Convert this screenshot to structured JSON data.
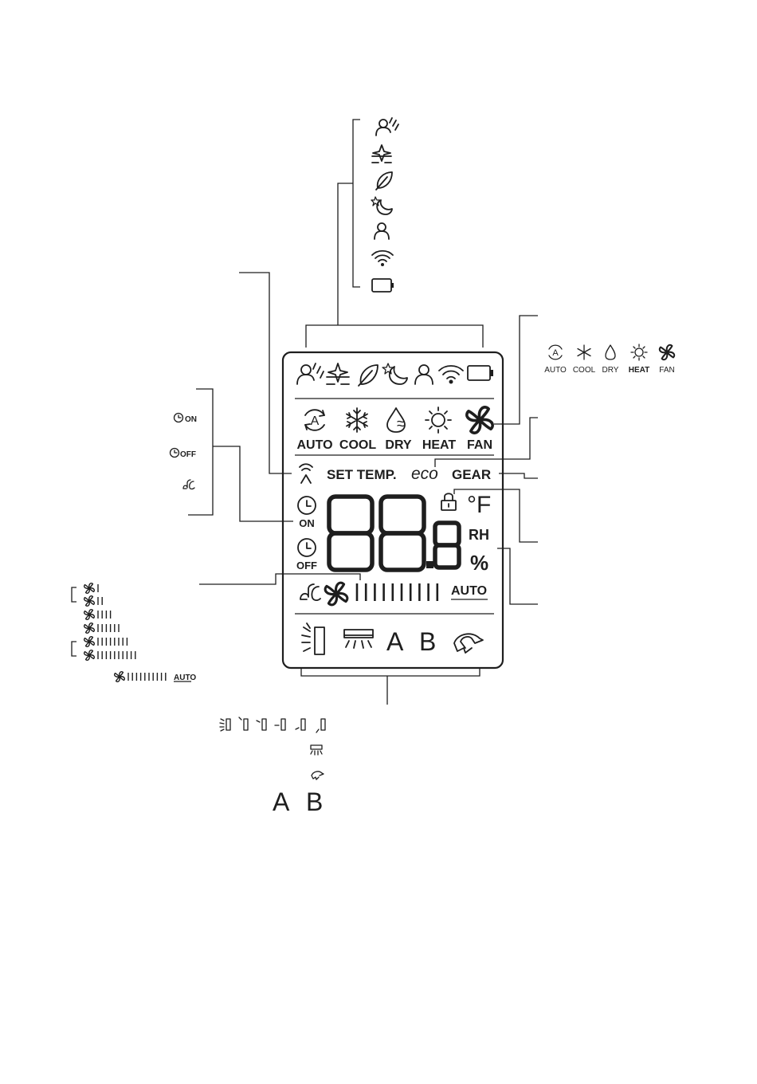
{
  "display": {
    "modes": [
      "AUTO",
      "COOL",
      "DRY",
      "HEAT",
      "FAN"
    ],
    "set_temp": "SET TEMP.",
    "eco": "eco",
    "gear": "GEAR",
    "timer_on": "ON",
    "timer_off": "OFF",
    "temp_unit": "°F",
    "humidity_label": "RH",
    "percent": "%",
    "fan_auto": "AUTO",
    "zone_a": "A",
    "zone_b": "B",
    "digits": "88.8"
  },
  "callouts": {
    "modes_legend": [
      "AUTO",
      "COOL",
      "DRY",
      "HEAT",
      "FAN"
    ],
    "timer_on": "ON",
    "timer_off": "OFF",
    "fan_auto": "AUTO",
    "zone_a": "A",
    "zone_b": "B"
  },
  "icons": [
    "follow-me-icon",
    "clean-icon",
    "leaf-icon",
    "sleep-icon",
    "person-icon",
    "wifi-icon",
    "battery-icon",
    "lock-icon",
    "swing-icon",
    "turbo-icon",
    "fan-icon",
    "louver-icon",
    "unit-icon",
    "timer-icon"
  ]
}
